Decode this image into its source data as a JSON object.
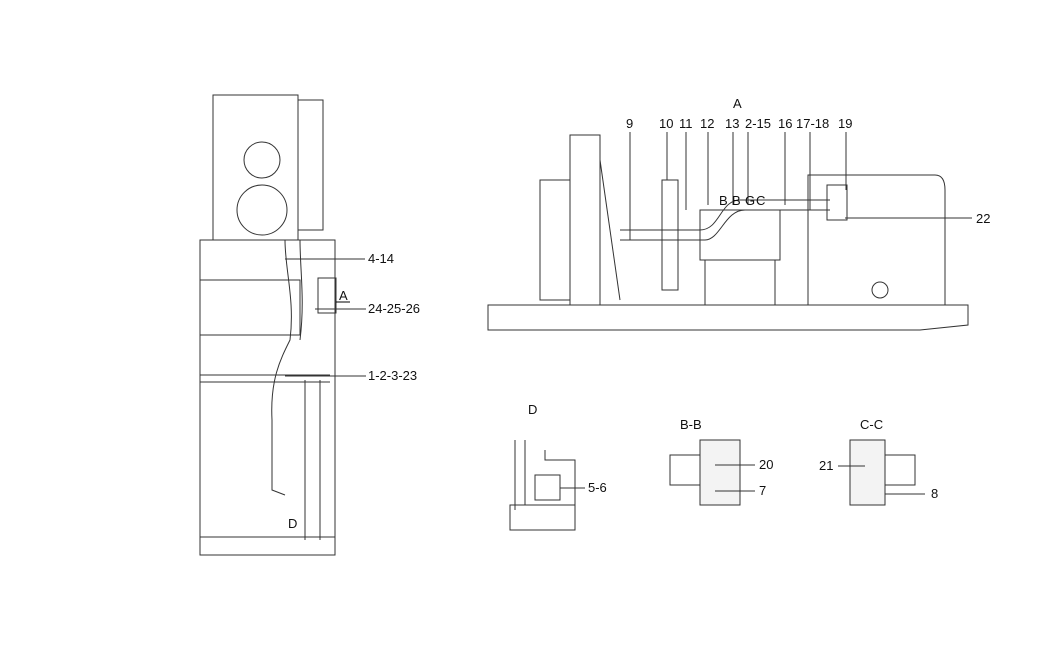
{
  "main_view": {
    "view_label": "A",
    "callouts": [
      "9",
      "10",
      "11",
      "12",
      "13",
      "2-15",
      "16",
      "17-18",
      "19",
      "22"
    ],
    "section_marks": [
      "B",
      "B",
      "G",
      "C"
    ]
  },
  "side_view": {
    "callouts": [
      "4-14",
      "24-25-26",
      "1-2-3-23"
    ],
    "view_marker": "A",
    "detail_marker": "D"
  },
  "detail_d": {
    "title": "D",
    "callouts": [
      "5-6"
    ]
  },
  "section_bb": {
    "title": "B-B",
    "callouts": [
      "20",
      "7"
    ]
  },
  "section_cc": {
    "title": "C-C",
    "callouts": [
      "21",
      "8"
    ]
  }
}
